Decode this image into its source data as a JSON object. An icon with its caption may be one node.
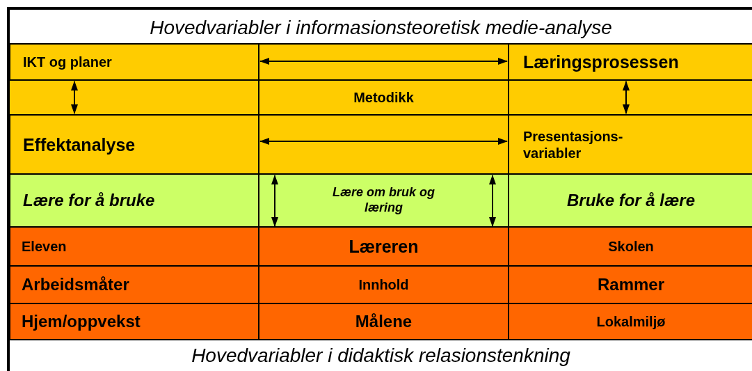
{
  "diagram": {
    "title": "Hovedvariabler i informasionsteoretisk medie-analyse",
    "caption": "Hovedvariabler i didaktisk relasionstenkning",
    "nodes": [
      {
        "text": [
          "IKT og planer"
        ]
      },
      {
        "text": [
          "Læringsprosessen"
        ]
      },
      {
        "text": [
          "Metodikk"
        ]
      },
      {
        "text": [
          "Effektanalyse"
        ]
      },
      {
        "text": [
          "Presentasjons-variabler"
        ]
      },
      {
        "text": [
          "Lære for å bruke"
        ]
      },
      {
        "text": [
          "Lære om bruk og læring"
        ]
      },
      {
        "text": [
          "Bruke for å lære"
        ]
      },
      {
        "text": [
          "Eleven"
        ]
      },
      {
        "text": [
          "Læreren"
        ]
      },
      {
        "text": [
          "Skolen"
        ]
      },
      {
        "text": [
          "Arbeidsmåter"
        ]
      },
      {
        "text": [
          "Innhold"
        ]
      },
      {
        "text": [
          "Rammer"
        ]
      },
      {
        "text": [
          "Hjem/oppvekst"
        ]
      },
      {
        "text": [
          "Målene"
        ]
      },
      {
        "text": [
          "Lokalmiljø"
        ]
      }
    ],
    "edges": [
      {
        "from": 0,
        "to": 1,
        "arrow": "both"
      },
      {
        "from": 0,
        "to": 3,
        "arrow": "both"
      },
      {
        "from": 1,
        "to": 4,
        "arrow": "both"
      },
      {
        "from": 3,
        "to": 4,
        "arrow": "both"
      },
      {
        "from": 6,
        "to": 9,
        "arrow": "both"
      },
      {
        "from": 6,
        "to": 9,
        "arrow": "both"
      }
    ]
  }
}
